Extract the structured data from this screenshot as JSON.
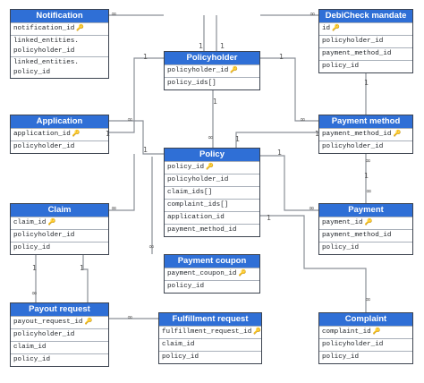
{
  "entities": {
    "notification": {
      "title": "Notification",
      "fields": [
        {
          "name": "notification_id",
          "key": "🔑"
        },
        {
          "name": "linked_entities. policyholder_id"
        },
        {
          "name": "linked_entities. policy_id"
        }
      ]
    },
    "debicheck": {
      "title": "DebiCheck mandate",
      "fields": [
        {
          "name": "id",
          "key": "🔑"
        },
        {
          "name": "policyholder_id"
        },
        {
          "name": "payment_method_id"
        },
        {
          "name": "policy_id"
        }
      ]
    },
    "policyholder": {
      "title": "Policyholder",
      "fields": [
        {
          "name": "policyholder_id",
          "key": "🔑"
        },
        {
          "name": "policy_ids[]"
        }
      ]
    },
    "application": {
      "title": "Application",
      "fields": [
        {
          "name": "application_id",
          "key": "🔑"
        },
        {
          "name": "policyholder_id"
        }
      ]
    },
    "payment_method": {
      "title": "Payment method",
      "fields": [
        {
          "name": "payment_method_id",
          "key": "🔑"
        },
        {
          "name": "policyholder_id"
        }
      ]
    },
    "policy": {
      "title": "Policy",
      "fields": [
        {
          "name": "policy_id",
          "key": "🔑"
        },
        {
          "name": "policyholder_id"
        },
        {
          "name": "claim_ids[]"
        },
        {
          "name": "complaint_ids[]"
        },
        {
          "name": "application_id"
        },
        {
          "name": "payment_method_id"
        }
      ]
    },
    "claim": {
      "title": "Claim",
      "fields": [
        {
          "name": "claim_id",
          "key": "🔑"
        },
        {
          "name": "policyholder_id"
        },
        {
          "name": "policy_id"
        }
      ]
    },
    "payment": {
      "title": "Payment",
      "fields": [
        {
          "name": "payment_id",
          "key": "🔑"
        },
        {
          "name": "payment_method_id"
        },
        {
          "name": "policy_id"
        }
      ]
    },
    "payment_coupon": {
      "title": "Payment coupon",
      "fields": [
        {
          "name": "payment_coupon_id",
          "key": "🔑"
        },
        {
          "name": "policy_id"
        }
      ]
    },
    "payout_request": {
      "title": "Payout request",
      "fields": [
        {
          "name": "payout_request_id",
          "key": "🔑"
        },
        {
          "name": "policyholder_id"
        },
        {
          "name": "claim_id"
        },
        {
          "name": "policy_id"
        }
      ]
    },
    "fulfillment_request": {
      "title": "Fulfillment request",
      "fields": [
        {
          "name": "fulfillment_request_id",
          "key": "🔑"
        },
        {
          "name": "claim_id"
        },
        {
          "name": "policy_id"
        }
      ]
    },
    "complaint": {
      "title": "Complaint",
      "fields": [
        {
          "name": "complaint_id",
          "key": "🔑"
        },
        {
          "name": "policyholder_id"
        },
        {
          "name": "policy_id"
        }
      ]
    }
  },
  "cardinality": {
    "one": "1",
    "many": "∞"
  },
  "colors": {
    "header": "#2f6fd6",
    "key_icon": "#d9742b",
    "connector": "#8a8f96"
  }
}
